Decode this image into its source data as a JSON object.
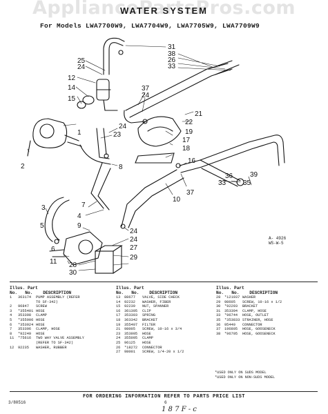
{
  "watermark": "AppliancePartsPros.com",
  "title": "WATER SYSTEM",
  "models": "For Models LWA7700W9, LWA7704W9, LWA7705W9, LWA7709W9",
  "callouts": [
    "31",
    "25",
    "24",
    "12",
    "14",
    "15",
    "1",
    "2",
    "3",
    "38",
    "26",
    "33",
    "37",
    "24",
    "21",
    "22",
    "23",
    "19",
    "24",
    "17",
    "18",
    "8",
    "16",
    "36",
    "39",
    "35",
    "33",
    "10",
    "7",
    "4",
    "9",
    "5",
    "24",
    "6",
    "11",
    "27",
    "28",
    "29",
    "30",
    "37",
    "24"
  ],
  "diagram_ref": [
    "A- 4926",
    "WS-W-5"
  ],
  "table_headers": {
    "illus": "Illus.",
    "no": "No.",
    "part": "Part",
    "part_no": "No.",
    "description": "DESCRIPTION"
  },
  "table_cols": [
    [
      {
        "k": "1",
        "p": "363174",
        "d": "PUMP ASSEMBLY (REFER TO SF-342)"
      },
      {
        "k": "2",
        "p": "96847",
        "d": "SCREW"
      },
      {
        "k": "3",
        "p": "*355401",
        "d": "HOSE"
      },
      {
        "k": "4",
        "p": "353398",
        "d": "CLAMP"
      },
      {
        "k": "5",
        "p": "*355906",
        "d": "HOSE"
      },
      {
        "k": "6",
        "p": "*353924",
        "d": "HOSE"
      },
      {
        "k": "7",
        "p": "353396",
        "d": "CLAMP, HOSE"
      },
      {
        "k": "8",
        "p": "*92249",
        "d": "HOSE"
      },
      {
        "k": "11",
        "p": "*75616",
        "d": "TWO WAY VALVE ASSEMBLY (REFER TO SF-342)"
      },
      {
        "k": "12",
        "p": "92235",
        "d": "WASHER, RUBBER"
      }
    ],
    [
      {
        "k": "13",
        "p": "88677",
        "d": "VALVE, SIDE CHECK"
      },
      {
        "k": "14",
        "p": "92232",
        "d": "WASHER, FIBER"
      },
      {
        "k": "15",
        "p": "92239",
        "d": "NUT, SPANNER"
      },
      {
        "k": "16",
        "p": "361395",
        "d": "CLIP"
      },
      {
        "k": "17",
        "p": "353303",
        "d": "SPRING"
      },
      {
        "k": "18",
        "p": "363342",
        "d": "BRACKET"
      },
      {
        "k": "19",
        "p": "355407",
        "d": "FILTER"
      },
      {
        "k": "21",
        "p": "98005",
        "d": "SCREW, 10-16 x 3/4"
      },
      {
        "k": "23",
        "p": "353995",
        "d": "HOSE"
      },
      {
        "k": "24",
        "p": "355095",
        "d": "CLAMP"
      },
      {
        "k": "25",
        "p": "96125",
        "d": "HOSE"
      },
      {
        "k": "26",
        "p": "*18272",
        "d": "CONNECTOR"
      },
      {
        "k": "27",
        "p": "98001",
        "d": "SCREW, 1/4-20 x 1/2"
      }
    ],
    [
      {
        "k": "28",
        "p": "*121937",
        "d": "WASHER"
      },
      {
        "k": "29",
        "p": "98605",
        "d": "SCREW, 10-16 x 1/2"
      },
      {
        "k": "30",
        "p": "*92293",
        "d": "BRACKET"
      },
      {
        "k": "31",
        "p": "353394",
        "d": "CLAMP, HOSE"
      },
      {
        "k": "33",
        "p": "*96744",
        "d": "HOSE, OUTLET"
      },
      {
        "k": "35",
        "p": "*353833",
        "d": "STRAINER, HOSE"
      },
      {
        "k": "36",
        "p": "95440",
        "d": "CONNECTOR"
      },
      {
        "k": "37",
        "p": "196805",
        "d": "HOSE, GOOSENECK"
      },
      {
        "k": "38",
        "p": "*96795",
        "d": "HOSE, GOOSENECK"
      }
    ]
  ],
  "notes": [
    "*USED ONLY ON SUDS MODEL",
    "*USED ONLY ON NON-SUDS MODEL"
  ],
  "footer": "FOR ORDERING INFORMATION REFER TO PARTS PRICE LIST",
  "code": "3/80516",
  "page_no": "6",
  "handwritten": "1 8 7  F - c"
}
